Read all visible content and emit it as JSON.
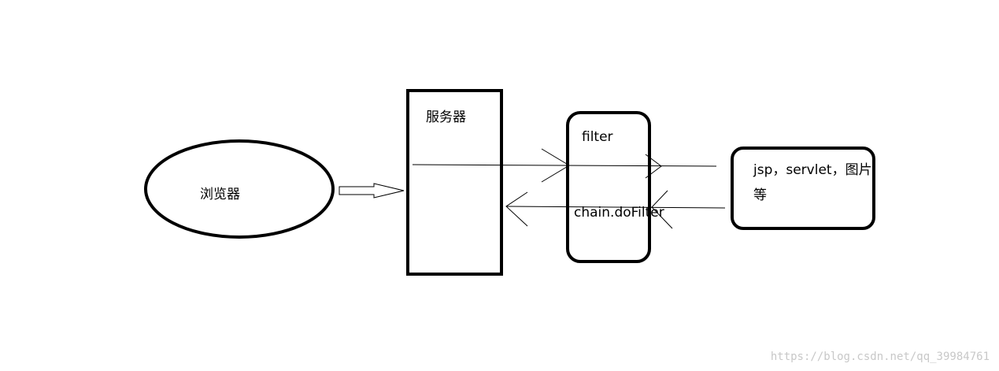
{
  "nodes": {
    "browser": "浏览器",
    "server": "服务器",
    "filter": "filter",
    "chain": "chain.doFilter",
    "resources_line1": "jsp，servlet，图片",
    "resources_line2": "等"
  },
  "watermark": "https://blog.csdn.net/qq_39984761",
  "colors": {
    "stroke": "#000000",
    "background": "#ffffff",
    "watermark": "#c8c8c8"
  }
}
